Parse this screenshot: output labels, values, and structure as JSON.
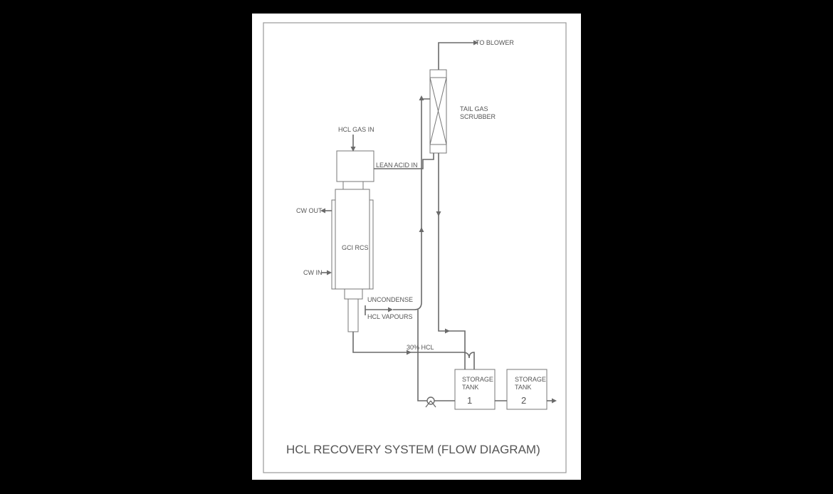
{
  "diagram": {
    "title": "HCL RECOVERY SYSTEM (FLOW DIAGRAM)",
    "labels": {
      "to_blower": "TO BLOWER",
      "tail_gas_scrubber_line1": "TAIL GAS",
      "tail_gas_scrubber_line2": "SCRUBBER",
      "hcl_gas_in": "HCL GAS IN",
      "lean_acid_in": "LEAN ACID IN",
      "cw_out": "CW OUT",
      "cw_in": "CW IN",
      "gci_rcs": "GCI RCS",
      "uncondense": "UNCONDENSE",
      "hcl_vapours": "HCL VAPOURS",
      "hcl_30": "30% HCL",
      "storage_tank_1_line1": "STORAGE",
      "storage_tank_1_line2": "TANK",
      "storage_tank_1_number": "1",
      "storage_tank_2_line1": "STORAGE",
      "storage_tank_2_line2": "TANK",
      "storage_tank_2_number": "2"
    },
    "colors": {
      "background": "#000000",
      "sheet": "#ffffff",
      "lines": "#6a6a6a",
      "text": "#555555"
    }
  }
}
